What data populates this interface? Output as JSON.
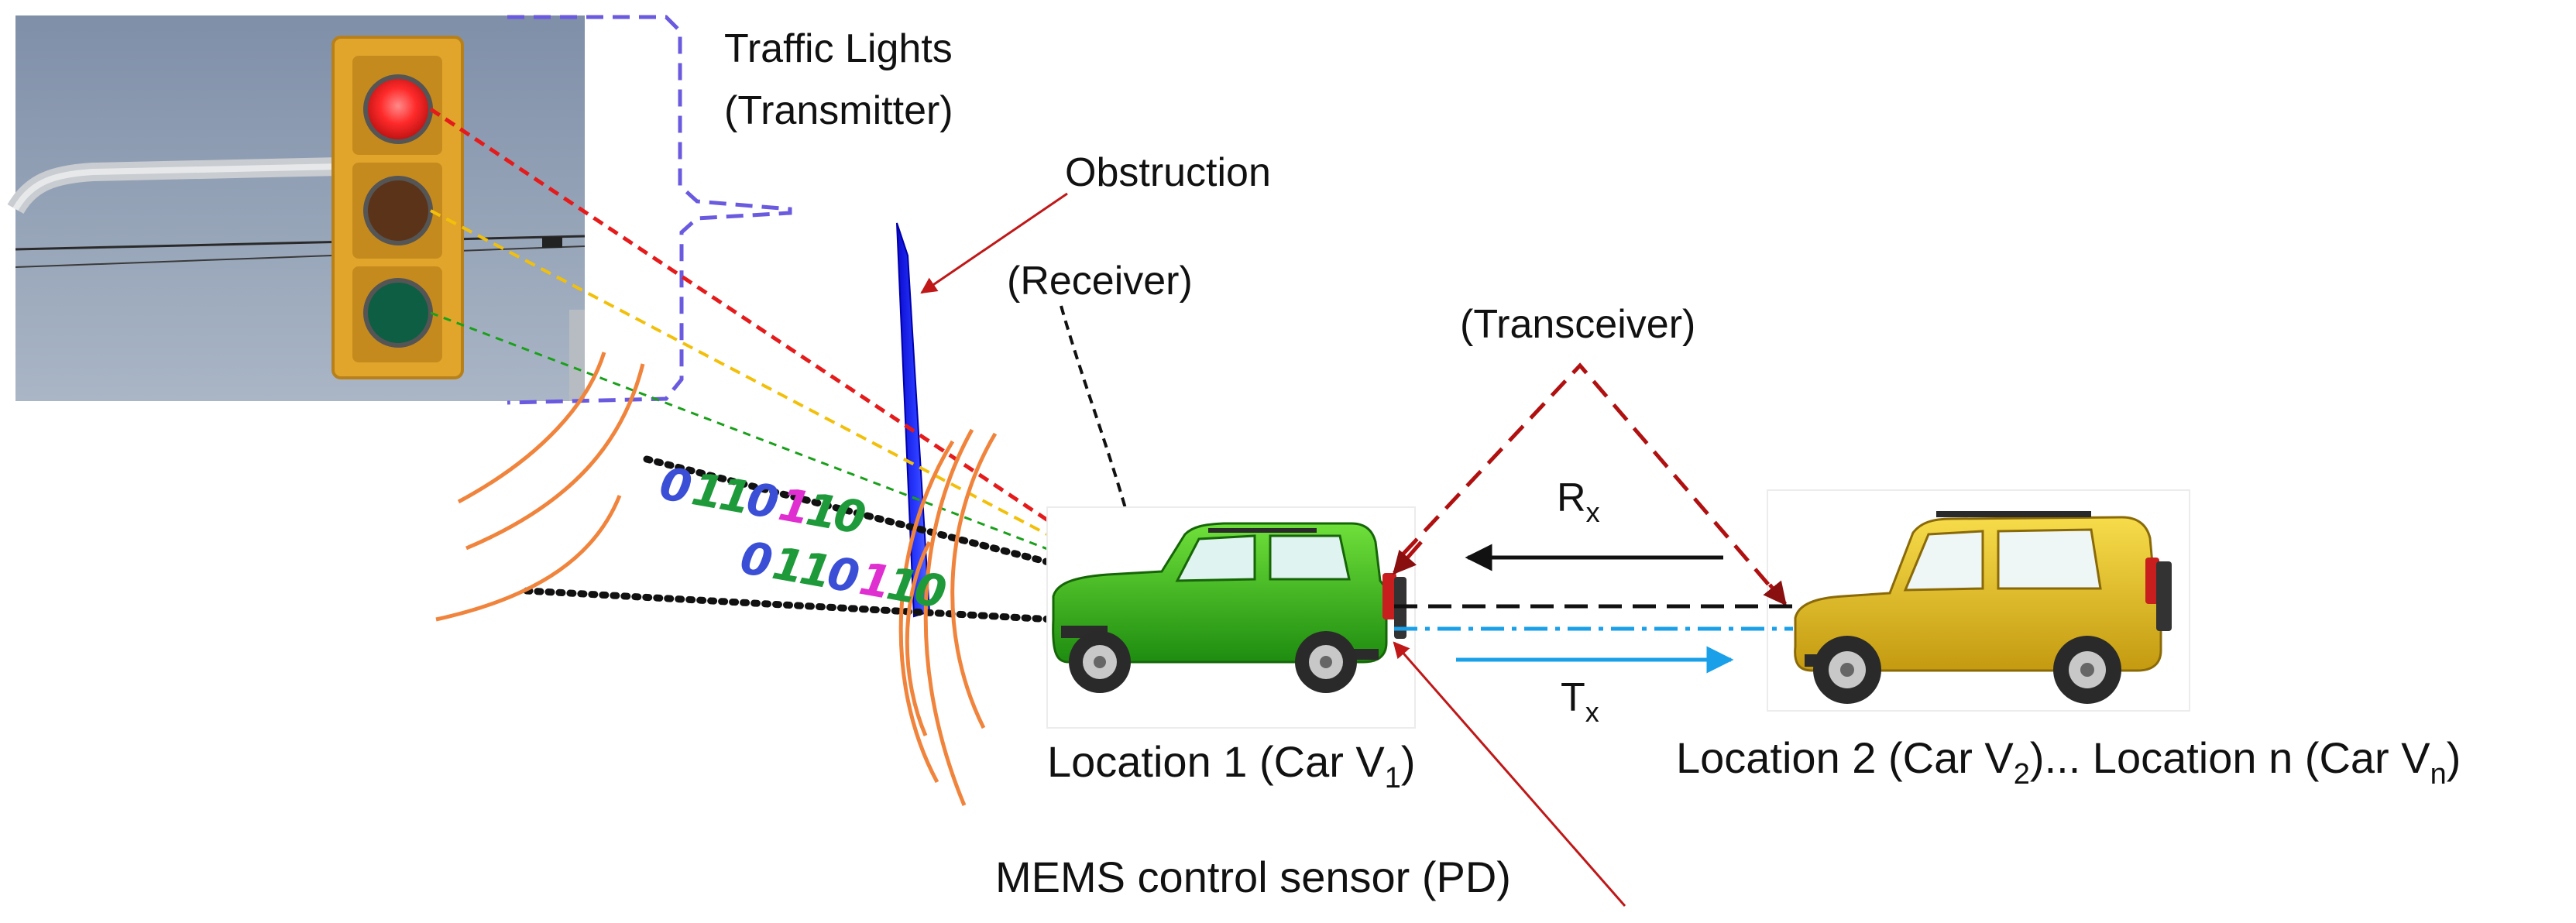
{
  "labels": {
    "traffic_lights": "Traffic Lights",
    "transmitter": "(Transmitter)",
    "obstruction": "Obstruction",
    "receiver": "(Receiver)",
    "transceiver": "(Transceiver)",
    "rx_main": "R",
    "rx_sub": "x",
    "tx_main": "T",
    "tx_sub": "x",
    "loc1_pre": "Location 1 (Car V",
    "loc1_sub": "1",
    "loc1_post": ")",
    "loc2_pre": "Location 2 (Car V",
    "loc2_sub": "2",
    "loc2_mid": ")... Location n (Car V",
    "locn_sub": "n",
    "loc2_post": ")",
    "mems": "MEMS control sensor (PD)"
  },
  "bits": {
    "row1": [
      "0",
      "1",
      "1",
      "0",
      "1",
      "1",
      "0"
    ],
    "row2": [
      "0",
      "1",
      "1",
      "0",
      "1",
      "1",
      "0"
    ],
    "colors": [
      "#3b4fd6",
      "#1f9a3a",
      "#1f9a3a",
      "#3b4fd6",
      "#e02fd0",
      "#1f9a3a",
      "#1f9a3a"
    ]
  },
  "icons": {
    "traffic_light": "traffic-light-icon",
    "green_car": "green-suv-icon",
    "yellow_car": "yellow-suv-icon"
  },
  "colors": {
    "red_light": "#ff2a2a",
    "amber_light": "#6a3a1a",
    "green_light": "#0f6b4a",
    "obstruction": "#1a1aee",
    "wave": "#f0843c",
    "bracket": "#6a5adf",
    "transceiver_line": "#b01010",
    "tx_line": "#1aa0e8",
    "green_car": "#3fc21a",
    "yellow_car": "#e6c21a"
  }
}
